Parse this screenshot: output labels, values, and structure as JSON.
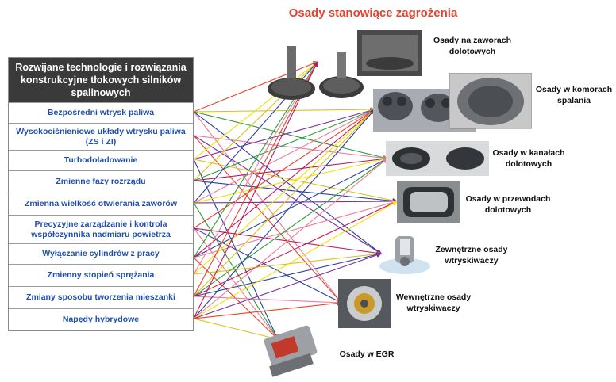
{
  "title": "Osady stanowiące zagrożenia",
  "technologies_header": "Rozwijane technologie i rozwiązania konstrukcyjne tłokowych silników spalinowych",
  "technologies": [
    "Bezpośredni wtrysk paliwa",
    "Wysokociśnieniowe układy wtrysku paliwa (ZS i ZI)",
    "Turbodoładowanie",
    "Zmienne fazy rozrządu",
    "Zmienna wielkość otwierania zaworów",
    "Precyzyjne zarządzanie i kontrola współczynnika nadmiaru powietrza",
    "Wyłączanie cylindrów z pracy",
    "Zmienny stopień sprężania",
    "Zmiany sposobu tworzenia mieszanki",
    "Napędy hybrydowe"
  ],
  "deposits": [
    "Osady na zaworach dolotowych",
    "Osady w komorach spalania",
    "Osady w kanałach dolotowych",
    "Osady w przewodach dolotowych",
    "Zewnętrzne osady wtryskiwaczy",
    "Wewnętrzne osady wtryskiwaczy",
    "Osady w EGR"
  ],
  "colors": {
    "title": "#e8412c",
    "header_bg": "#3a3a3a",
    "item_text": "#1f4fae",
    "arrows": [
      "#e8412c",
      "#d8c21a",
      "#2e9c3a",
      "#c2185b",
      "#2a3fa0",
      "#ef7d9a",
      "#f2e000",
      "#7b2fa0"
    ]
  },
  "connections": [
    [
      0,
      0
    ],
    [
      0,
      1
    ],
    [
      0,
      2
    ],
    [
      0,
      4
    ],
    [
      0,
      5
    ],
    [
      1,
      4
    ],
    [
      1,
      5
    ],
    [
      1,
      2
    ],
    [
      2,
      0
    ],
    [
      2,
      1
    ],
    [
      2,
      3
    ],
    [
      2,
      6
    ],
    [
      3,
      0
    ],
    [
      3,
      1
    ],
    [
      3,
      2
    ],
    [
      3,
      3
    ],
    [
      4,
      0
    ],
    [
      4,
      1
    ],
    [
      4,
      2
    ],
    [
      4,
      3
    ],
    [
      4,
      6
    ],
    [
      5,
      1
    ],
    [
      5,
      4
    ],
    [
      5,
      5
    ],
    [
      5,
      6
    ],
    [
      6,
      0
    ],
    [
      6,
      1
    ],
    [
      6,
      2
    ],
    [
      6,
      3
    ],
    [
      6,
      6
    ],
    [
      7,
      1
    ],
    [
      7,
      0
    ],
    [
      7,
      4
    ],
    [
      8,
      0
    ],
    [
      8,
      1
    ],
    [
      8,
      2
    ],
    [
      8,
      3
    ],
    [
      8,
      4
    ],
    [
      8,
      5
    ],
    [
      9,
      0
    ],
    [
      9,
      1
    ],
    [
      9,
      2
    ],
    [
      9,
      3
    ],
    [
      9,
      4
    ],
    [
      9,
      5
    ],
    [
      9,
      6
    ]
  ]
}
